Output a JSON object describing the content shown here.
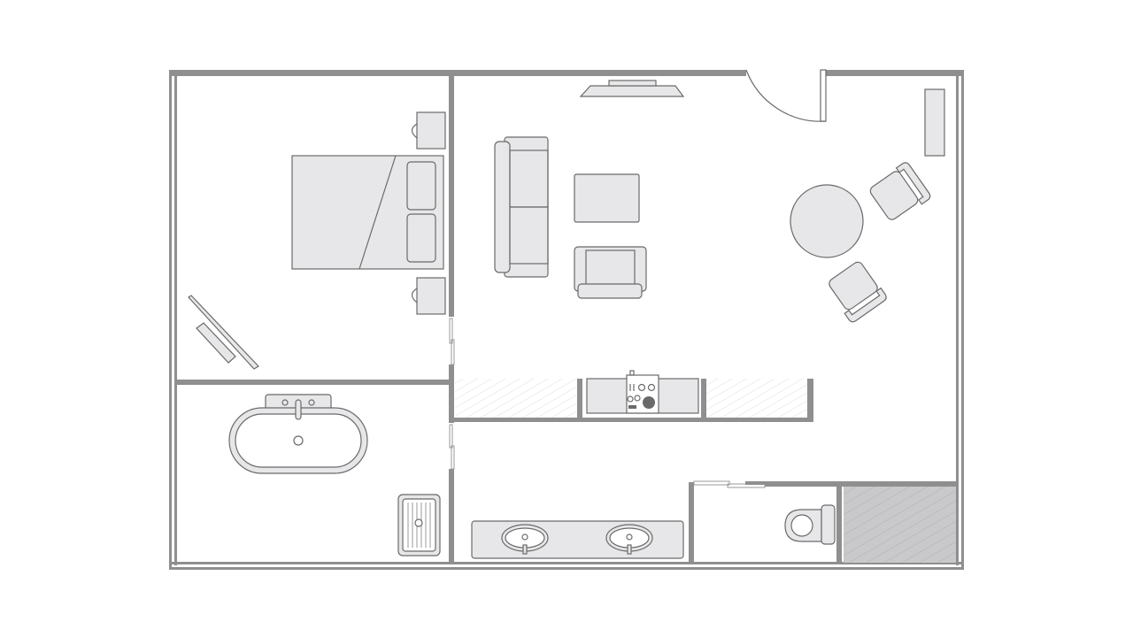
{
  "colors": {
    "background": "#ffffff",
    "wall": "#8f8f8f",
    "furniture_fill": "#e7e7e9",
    "furniture_stroke": "#6a6a6a",
    "shower_tile": "#c9c9cc"
  },
  "furniture": [
    "outer-walls",
    "bedroom",
    "double-bed",
    "nightstand",
    "tv",
    "living-room",
    "sofa",
    "coffee-table",
    "armchair",
    "dining-table",
    "dining-chair",
    "front-door",
    "kitchen-counter",
    "stove",
    "sink",
    "bathroom",
    "bathtub",
    "shower-drain",
    "vanity",
    "toilet",
    "shower"
  ]
}
